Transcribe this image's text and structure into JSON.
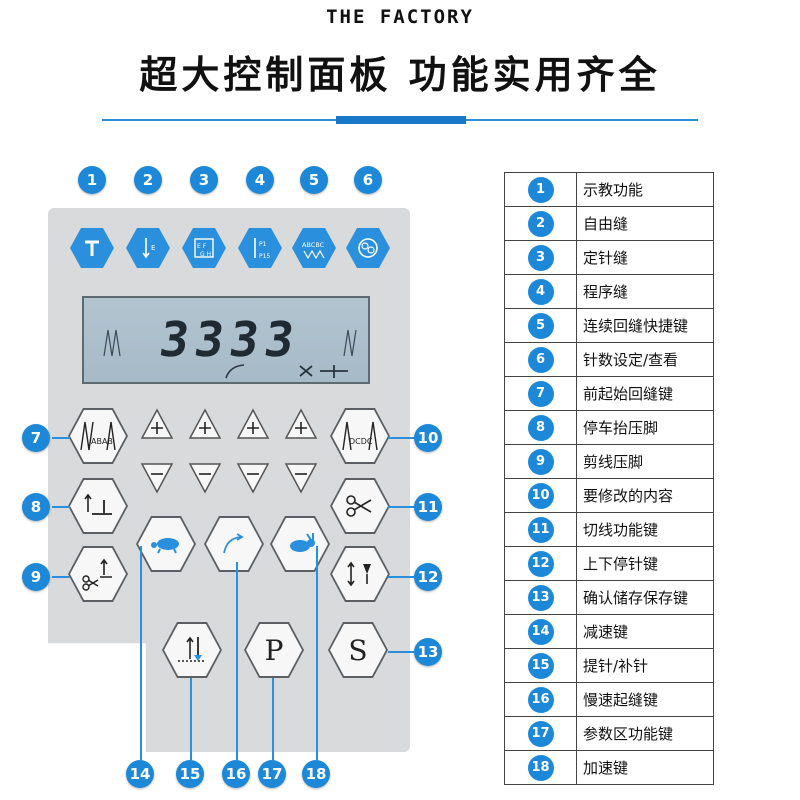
{
  "header": {
    "brand": "THE FACTORY",
    "headline": "超大控制面板 功能实用齐全",
    "accent_color": "#1e88d8"
  },
  "panel": {
    "lcd": {
      "digits": "3333"
    },
    "top_keys": [
      {
        "num": "1",
        "icon": "teach-icon"
      },
      {
        "num": "2",
        "icon": "free-sewing-icon"
      },
      {
        "num": "3",
        "icon": "fixed-stitch-icon"
      },
      {
        "num": "4",
        "icon": "program-sewing-icon"
      },
      {
        "num": "5",
        "icon": "continuous-backtack-icon"
      },
      {
        "num": "6",
        "icon": "stitch-count-icon"
      }
    ],
    "keys": {
      "p_label": "P",
      "s_label": "S"
    },
    "callouts": [
      "7",
      "8",
      "9",
      "10",
      "11",
      "12",
      "13",
      "14",
      "15",
      "16",
      "17",
      "18"
    ]
  },
  "legend": [
    {
      "num": "1",
      "text": "示教功能"
    },
    {
      "num": "2",
      "text": "自由缝"
    },
    {
      "num": "3",
      "text": "定针缝"
    },
    {
      "num": "4",
      "text": "程序缝"
    },
    {
      "num": "5",
      "text": "连续回缝快捷键"
    },
    {
      "num": "6",
      "text": "针数设定/查看"
    },
    {
      "num": "7",
      "text": "前起始回缝键"
    },
    {
      "num": "8",
      "text": "停车抬压脚"
    },
    {
      "num": "9",
      "text": "剪线压脚"
    },
    {
      "num": "10",
      "text": "要修改的内容"
    },
    {
      "num": "11",
      "text": "切线功能键"
    },
    {
      "num": "12",
      "text": "上下停针键"
    },
    {
      "num": "13",
      "text": "确认储存保存键"
    },
    {
      "num": "14",
      "text": "减速键"
    },
    {
      "num": "15",
      "text": "提针/补针"
    },
    {
      "num": "16",
      "text": "慢速起缝键"
    },
    {
      "num": "17",
      "text": "参数区功能键"
    },
    {
      "num": "18",
      "text": "加速键"
    }
  ]
}
